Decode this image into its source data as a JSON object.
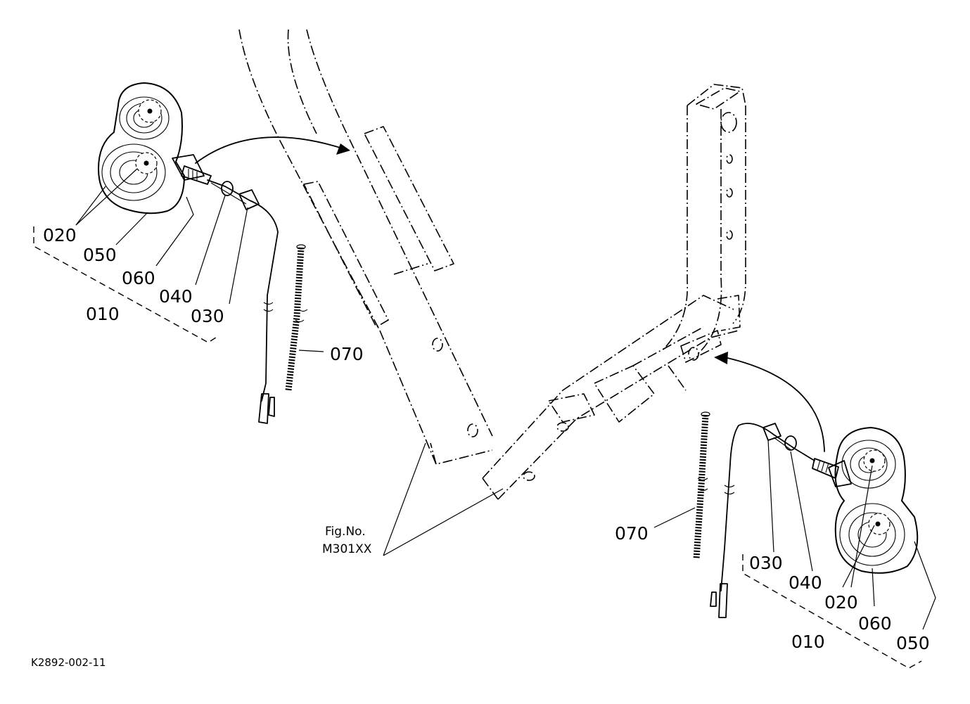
{
  "labels": {
    "left": {
      "p020": "020",
      "p050": "050",
      "p060": "060",
      "p040": "040",
      "p030": "030",
      "p010": "010",
      "p070": "070"
    },
    "right": {
      "p070": "070",
      "p030": "030",
      "p040": "040",
      "p020": "020",
      "p060": "060",
      "p050": "050",
      "p010": "010"
    },
    "fig_no": "Fig.No.",
    "fig_ref": "M301XX",
    "drawing_code": "K2892-002-11"
  }
}
